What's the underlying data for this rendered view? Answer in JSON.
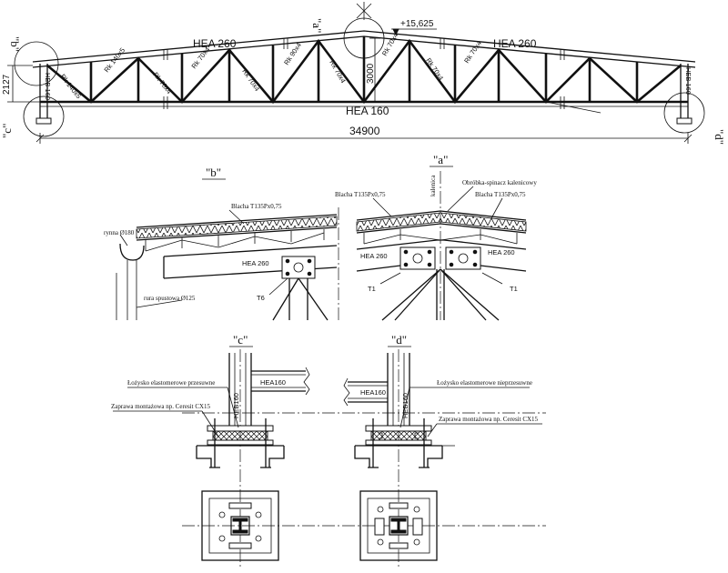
{
  "truss": {
    "top_chord_left": "HEA 260",
    "top_chord_right": "HEA 260",
    "bottom_chord": "HEA 160",
    "column_left": "HEB 160",
    "column_right": "HEB 160",
    "span": "34900",
    "height_left": "2127",
    "height_mid": "3000",
    "elevation": "+15,625",
    "diag_labels": [
      "Rk 140x5",
      "Rk 140x5",
      "Rk 70x4",
      "Rk 70x4",
      "Rk 70x4",
      "Rk 90x4",
      "Rk 70x4",
      "Rk 70x4",
      "Rk 70x4",
      "Rk 70x4"
    ]
  },
  "callouts": {
    "a": "\"a\"",
    "b": "\"b\"",
    "c": "\"c\"",
    "d": "\"d\""
  },
  "detail_b": {
    "title": "\"b\"",
    "sheet": "Blacha T135Px0,75",
    "gutter": "rynna Ø180",
    "beam": "HEA 260",
    "plate": "T6",
    "downpipe": "rura spustowa Ø125"
  },
  "detail_a": {
    "title": "\"a\"",
    "sheet_left": "Blacha T135Px0,75",
    "sheet_right": "Blacha T135Px0,75",
    "ridge": "Obróbka-spinacz kalenicowy",
    "kalenica": "kalenica",
    "beam_left": "HEA 260",
    "beam_right": "HEA 260",
    "plate_left": "T1",
    "plate_right": "T1"
  },
  "detail_c": {
    "title": "\"c\"",
    "bearing": "Łożysko elastomerowe przesuwne",
    "beam": "HEA160",
    "column": "HEB160",
    "mortar": "Zaprawa montażowa np. Ceresit CX15"
  },
  "detail_d": {
    "title": "\"d\"",
    "bearing": "Łożysko elastomerowe nieprzesuwne",
    "beam": "HEA160",
    "column": "HEB160",
    "mortar": "Zaprawa montażowa np. Ceresit CX15"
  },
  "colors": {
    "ink": "#111111",
    "paper": "#ffffff"
  }
}
